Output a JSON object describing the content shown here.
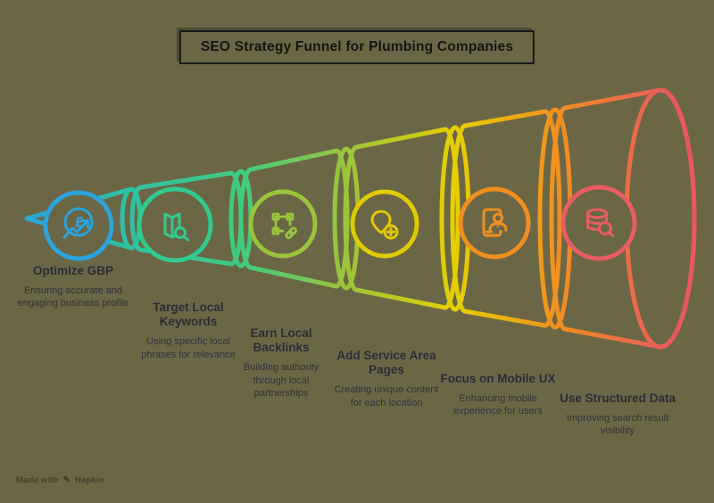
{
  "title": {
    "text": "SEO Strategy Funnel for Plumbing Companies"
  },
  "watermark": {
    "prefix": "Made with",
    "brand": "Napkin",
    "icon": "pen-icon"
  },
  "background_color": "#6B6746",
  "funnel": {
    "direction": "left-to-right, narrow to wide",
    "gradient": [
      "#2AA3DD",
      "#2FC0A4",
      "#3FCB81",
      "#9AC43C",
      "#E6CF00",
      "#F0921E",
      "#E8565F"
    ]
  },
  "icons": {
    "pound_symbol": "£"
  },
  "stages": [
    {
      "label": "Optimize GBP",
      "description": "Ensuring accurate and engaging business profile",
      "color": "#2AA3DD",
      "icon": "pound-growth-icon"
    },
    {
      "label": "Target Local Keywords",
      "description": "Using specific local phrases for relevance",
      "color": "#30C98E",
      "icon": "map-search-icon"
    },
    {
      "label": "Earn Local Backlinks",
      "description": "Building authority through local partnerships",
      "color": "#9AC43C",
      "icon": "link-nodes-icon"
    },
    {
      "label": "Add Service Area Pages",
      "description": "Creating unique content for each location",
      "color": "#E0CB00",
      "icon": "location-add-icon"
    },
    {
      "label": "Focus on Mobile UX",
      "description": "Enhancing mobile experience for users",
      "color": "#EF8F1F",
      "icon": "mobile-user-icon"
    },
    {
      "label": "Use Structured Data",
      "description": "Improving search result visibility",
      "color": "#E85C64",
      "icon": "database-search-icon"
    }
  ]
}
